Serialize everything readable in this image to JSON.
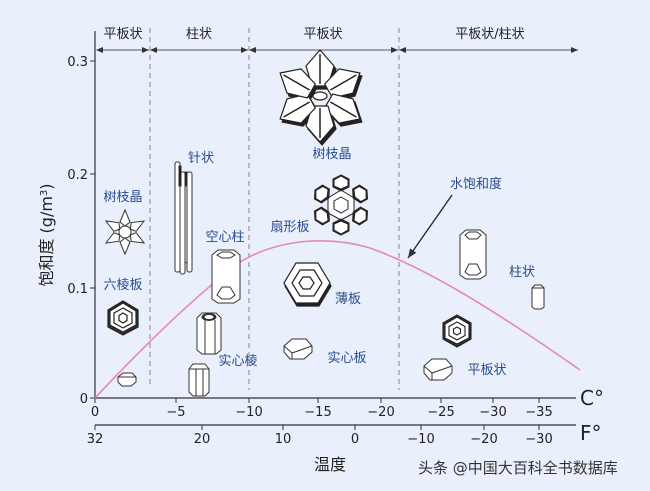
{
  "chart_data": {
    "type": "line",
    "title": "",
    "xlabel": "温度",
    "ylabel": "饱和度 (g/m³)",
    "x_axis_celsius": {
      "unit_label": "C°",
      "ticks": [
        "0",
        "−5",
        "−10",
        "−15",
        "−20",
        "−25",
        "−30",
        "−35"
      ]
    },
    "x_axis_fahrenheit": {
      "unit_label": "F°",
      "ticks": [
        "32",
        "20",
        "10",
        "0",
        "−10",
        "−20",
        "−30"
      ]
    },
    "y_axis": {
      "ticks": [
        "0",
        "0.1",
        "0.2",
        "0.3"
      ],
      "ylim": [
        0,
        0.31
      ]
    },
    "series": [
      {
        "name": "水饱和度",
        "color": "#e58bb0",
        "x": [
          0,
          -2,
          -4,
          -6,
          -8,
          -10,
          -12,
          -14,
          -16,
          -18,
          -20,
          -22,
          -25,
          -28,
          -31,
          -35,
          -38
        ],
        "values": [
          0.0,
          0.03,
          0.06,
          0.085,
          0.105,
          0.125,
          0.135,
          0.14,
          0.14,
          0.137,
          0.13,
          0.12,
          0.105,
          0.085,
          0.065,
          0.04,
          0.025
        ]
      }
    ],
    "regions": [
      {
        "label": "平板状",
        "from_c": 0,
        "to_c": -3
      },
      {
        "label": "柱状",
        "from_c": -3,
        "to_c": -10
      },
      {
        "label": "平板状",
        "from_c": -10,
        "to_c": -22
      },
      {
        "label": "平板状/柱状",
        "from_c": -22,
        "to_c": -40
      }
    ],
    "annotations": [
      {
        "text": "树枝晶",
        "note": "near 0 to -3 °C, ~0.17"
      },
      {
        "text": "六棱板",
        "note": "near 0 to -3 °C, ~0.1"
      },
      {
        "text": "针状",
        "note": "-5 °C, ~0.21"
      },
      {
        "text": "空心柱",
        "note": "-7 °C, ~0.14"
      },
      {
        "text": "实心棱",
        "note": "-7 °C, ~0.03"
      },
      {
        "text": "树枝晶",
        "note": "-15 °C, ~0.22"
      },
      {
        "text": "扇形板",
        "note": "-12 °C, ~0.15"
      },
      {
        "text": "薄板",
        "note": "-17 °C, ~0.09"
      },
      {
        "text": "实心板",
        "note": "-17 °C, ~0.04"
      },
      {
        "text": "水饱和度",
        "note": "arrow pointing to curve at -22 °C"
      },
      {
        "text": "柱状",
        "note": "-33 °C, ~0.11"
      },
      {
        "text": "平板状",
        "note": "-28 °C, ~0.03"
      }
    ],
    "grid": false,
    "legend": "none"
  },
  "labels": {
    "regions": [
      "平板状",
      "柱状",
      "平板状",
      "平板状/柱状"
    ],
    "y_title": "饱和度 (g/m",
    "y_title_sup": "3",
    "y_title_close": ")",
    "y_ticks": [
      "0.3",
      "0.2",
      "0.1",
      "0"
    ],
    "c_ticks": [
      "0",
      "−5",
      "−10",
      "−15",
      "−20",
      "−25",
      "−30",
      "−35"
    ],
    "f_ticks": [
      "32",
      "20",
      "10",
      "0",
      "−10",
      "−20",
      "−30"
    ],
    "c_unit": "C°",
    "f_unit": "F°",
    "x_title": "温度",
    "crystals": {
      "dendrite_left": "树枝晶",
      "hex_plate": "六棱板",
      "needle": "针状",
      "hollow_column": "空心柱",
      "solid_prism": "实心棱",
      "dendrite_big": "树枝晶",
      "sector_plate": "扇形板",
      "thin_plate": "薄板",
      "solid_plate": "实心板",
      "water_saturation": "水饱和度",
      "column": "柱状",
      "plate": "平板状"
    },
    "watermark": "头条 @中国大百科全书数据库"
  },
  "colors": {
    "background": "#e9effb",
    "curve": "#e58bb0",
    "crystal_label": "#2a4d8f",
    "axis": "#333333"
  }
}
